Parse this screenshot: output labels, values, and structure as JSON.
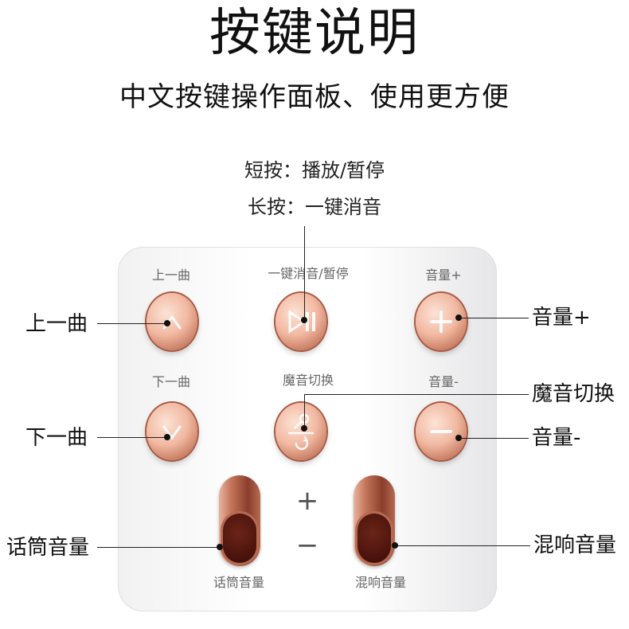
{
  "header": {
    "title": "按键说明",
    "subtitle": "中文按键操作面板、使用更方便"
  },
  "top_note": {
    "short_press": "短按：播放/暂停",
    "long_press": "长按：一键消音"
  },
  "panel": {
    "labels": {
      "prev": "上一曲",
      "mute_pause": "一键消音/暂停",
      "vol_up": "音量+",
      "next": "下一曲",
      "voice_switch": "魔音切换",
      "vol_down": "音量-",
      "mic_volume": "话筒音量",
      "reverb_volume": "混响音量"
    },
    "plus": "+",
    "minus": "−"
  },
  "callouts": {
    "prev": "上一曲",
    "next": "下一曲",
    "mic_volume": "话筒音量",
    "vol_up": "音量+",
    "voice_switch": "魔音切换",
    "vol_down": "音量-",
    "reverb_volume": "混响音量"
  },
  "icons": {
    "prev": "chevron-up-icon",
    "next": "chevron-down-icon",
    "play_pause": "play-pause-icon",
    "vol_up": "plus-icon",
    "vol_down": "minus-icon",
    "voice_switch": "voice-switch-icon"
  },
  "colors": {
    "rose_gold": "#e0a08a",
    "rose_gold_dark": "#8f4734",
    "knob_dark": "#4a130c"
  }
}
